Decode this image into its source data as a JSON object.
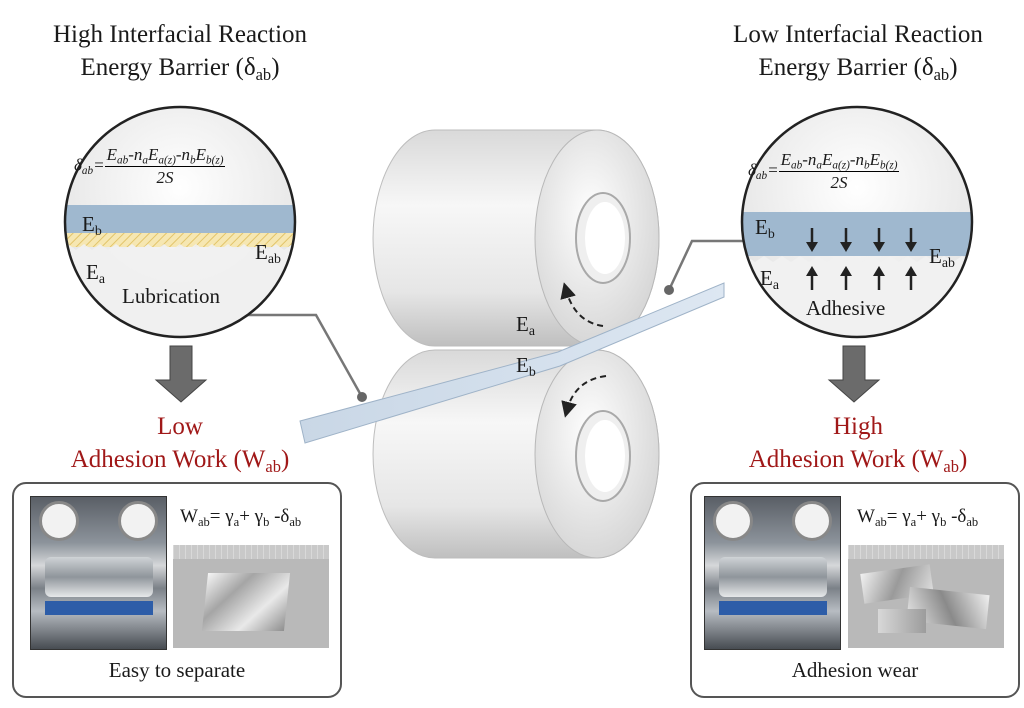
{
  "left": {
    "heading_line1": "High Interfacial Reaction",
    "heading_line2": "Energy Barrier (δ",
    "heading_sub": "ab",
    "heading_close": ")",
    "work_line1": "Low",
    "work_line2": "Adhesion Work (W",
    "work_sub": "ab",
    "work_close": ")",
    "layer_top": "E",
    "layer_top_sub": "b",
    "layer_bottom": "E",
    "layer_bottom_sub": "a",
    "layer_interface": "E",
    "layer_interface_sub": "ab",
    "mode_label": "Lubrication",
    "caption": "Easy to separate",
    "photo_left": "rolling mill photo",
    "photo_right": "foil sample on ruler"
  },
  "right": {
    "heading_line1": "Low Interfacial Reaction",
    "heading_line2": "Energy Barrier (δ",
    "heading_sub": "ab",
    "heading_close": ")",
    "work_line1": "High",
    "work_line2": "Adhesion Work (W",
    "work_sub": "ab",
    "work_close": ")",
    "layer_top": "E",
    "layer_top_sub": "b",
    "layer_bottom": "E",
    "layer_bottom_sub": "a",
    "layer_interface": "E",
    "layer_interface_sub": "ab",
    "mode_label": "Adhesive",
    "caption": "Adhesion wear",
    "photo_left": "rolling mill photo",
    "photo_right": "torn foil sample on ruler"
  },
  "equation": {
    "lhs": "δ",
    "lhs_sub": "ab",
    "numerator": "E_ab - n_a E_a(z) - n_b E_b(z)",
    "denominator": "2S"
  },
  "work_equation": {
    "w": "W",
    "w_sub": "ab",
    "eq": "= γ",
    "ga_sub": "a",
    "plus": "+ γ",
    "gb_sub": "b",
    "minus": " -δ",
    "d_sub": "ab"
  },
  "rollers": {
    "upper_label": "E",
    "upper_sub": "a",
    "lower_label": "E",
    "lower_sub": "b"
  },
  "colors": {
    "accent_red": "#a01818",
    "layer_blue": "#9fb8cf",
    "arrow_gray": "#6b6b6b",
    "roller_light": "#f2f2f2",
    "roller_dark": "#bdbdbd"
  }
}
